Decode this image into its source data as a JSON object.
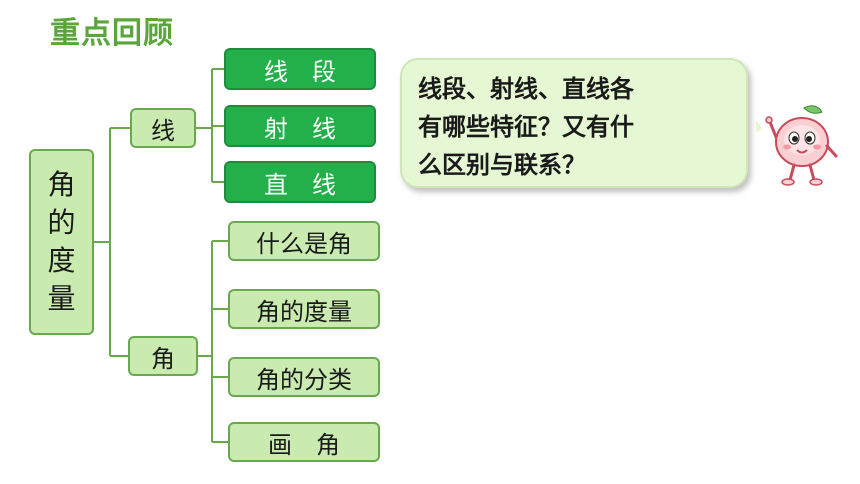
{
  "title": "重点回顾",
  "root": {
    "chars": [
      "角",
      "的",
      "度",
      "量"
    ]
  },
  "branches": [
    {
      "label": "线",
      "children": [
        "线　段",
        "射　线",
        "直　线"
      ]
    },
    {
      "label": "角",
      "children": [
        "什么是角",
        "角的度量",
        "角的分类",
        "画　角"
      ]
    }
  ],
  "bubble": {
    "lines": [
      "线段、射线、直线各",
      "有哪些特征？又有什",
      "么区别与联系？"
    ]
  }
}
